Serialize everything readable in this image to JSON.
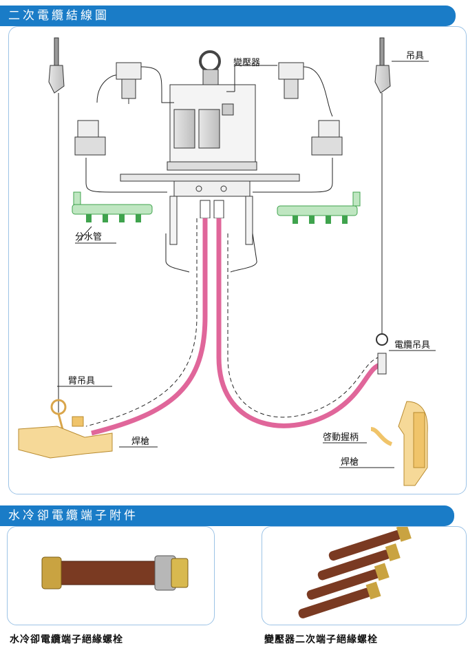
{
  "sections": {
    "diagram_title": "二次電纜結線圖",
    "accessories_title": "水冷卻電纜端子附件"
  },
  "labels": {
    "transformer": "變壓器",
    "hanger": "吊具",
    "manifold": "分水管",
    "cable_hanger": "電纜吊具",
    "arm_hanger": "臂吊具",
    "gun_left": "焊槍",
    "start_handle": "啓動握柄",
    "gun_right": "焊槍"
  },
  "captions": {
    "left": "水冷卻電纜端子絕緣螺栓",
    "right": "變壓器二次端子絕緣螺栓"
  },
  "colors": {
    "accent": "#1a7cc7",
    "cable": "#e0669a",
    "valve": "#3fa34d",
    "gun": "#f0c46a",
    "bolt": "#7a3a22",
    "nut": "#c9a341"
  }
}
